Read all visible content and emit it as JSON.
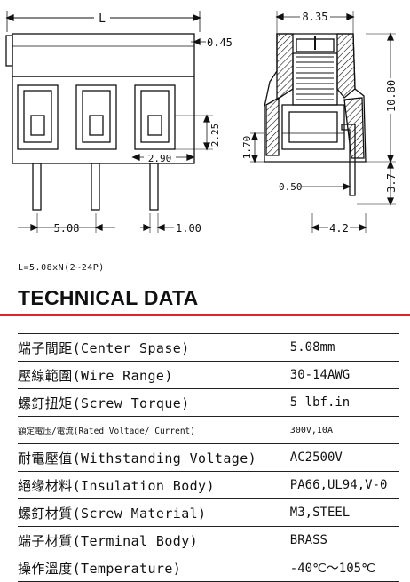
{
  "drawing": {
    "dims": {
      "length": "L",
      "offset": "0.45",
      "pin_height": "2.25",
      "window": "2.90",
      "pitch": "5.08",
      "pin_width": "1.00",
      "side_width": "8.35",
      "height": "10.80",
      "lead_offset": "1.70",
      "lead_thickness": "0.50",
      "lead_length": "3.7",
      "foot": "4.2"
    }
  },
  "formula": "L=5.08xN(2~24P)",
  "heading": "TECHNICAL DATA",
  "accent_color": "#d9252b",
  "specs": [
    {
      "label": "端子間距(Center Spase)",
      "value": "5.08mm"
    },
    {
      "label": "壓線範圍(Wire Range)",
      "value": "30-14AWG"
    },
    {
      "label": "螺釘扭矩(Screw Torque)",
      "value": "5 lbf.in"
    },
    {
      "label": "額定電压/電流(Rated Voltage/ Current)",
      "value": "300V,10A"
    },
    {
      "label": "耐電壓值(Withstanding Voltage)",
      "value": "AC2500V"
    },
    {
      "label": "絕缘材料(Insulation Body)",
      "value": "PA66,UL94,V-0"
    },
    {
      "label": "螺釘材質(Screw Material)",
      "value": "M3,STEEL"
    },
    {
      "label": "端子材質(Terminal Body)",
      "value": "BRASS"
    },
    {
      "label": "操作溫度(Temperature)",
      "value": "-40℃～105℃"
    }
  ]
}
